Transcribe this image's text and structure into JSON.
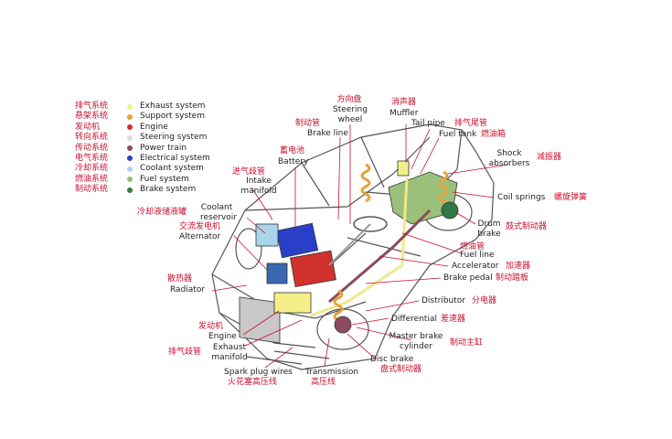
{
  "legend": [
    {
      "cn": "排气系统",
      "en": "Exhaust system",
      "color": "#f5ef8a"
    },
    {
      "cn": "悬架系统",
      "en": "Support system",
      "color": "#e5a33a"
    },
    {
      "cn": "发动机",
      "en": "Engine",
      "color": "#d0312d"
    },
    {
      "cn": "转向系统",
      "en": "Steering system",
      "color": "#dcdcdc"
    },
    {
      "cn": "传动系统",
      "en": "Power train",
      "color": "#8b4b5c"
    },
    {
      "cn": "电气系统",
      "en": "Electrical system",
      "color": "#2a3fc8"
    },
    {
      "cn": "冷却系统",
      "en": "Coolant system",
      "color": "#a9d4ea"
    },
    {
      "cn": "燃油系统",
      "en": "Fuel system",
      "color": "#9ac07a"
    },
    {
      "cn": "制动系统",
      "en": "Brake system",
      "color": "#2f7a45"
    }
  ],
  "labels": {
    "steering_wheel": {
      "cn": "方向盘",
      "en1": "Steering",
      "en2": "wheel"
    },
    "muffler": {
      "cn": "消声器",
      "en": "Muffler"
    },
    "tail_pipe": {
      "cn": "排气尾管",
      "en": "Tail pipe"
    },
    "fuel_tank": {
      "cn": "燃油箱",
      "en": "Fuel tank"
    },
    "brake_line": {
      "cn": "制动管",
      "en": "Brake line"
    },
    "battery": {
      "cn": "蓄电池",
      "en": "Battery"
    },
    "intake_manifold": {
      "cn": "进气歧管",
      "en1": "Intake",
      "en2": "manifold"
    },
    "shock_absorbers": {
      "cn": "减振器",
      "en1": "Shock",
      "en2": "absorbers"
    },
    "coil_springs": {
      "cn": "螺旋弹簧",
      "en": "Coil springs"
    },
    "coolant_reservoir": {
      "cn": "冷却液储液罐",
      "en1": "Coolant",
      "en2": "reservoir"
    },
    "alternator": {
      "cn": "交流发电机",
      "en": "Alternator"
    },
    "drum_brake": {
      "cn": "鼓式制动器",
      "en1": "Drum",
      "en2": "brake"
    },
    "fuel_line": {
      "cn": "燃油管",
      "en": "Fuel line"
    },
    "accelerator": {
      "cn": "加速器",
      "en": "Accelerator"
    },
    "brake_pedal": {
      "cn": "制动踏板",
      "en": "Brake pedal"
    },
    "radiator": {
      "cn": "散热器",
      "en": "Radiator"
    },
    "distributor": {
      "cn": "分电器",
      "en": "Distributor"
    },
    "differential": {
      "cn": "差速器",
      "en": "Differential"
    },
    "engine": {
      "cn": "发动机",
      "en": "Engine"
    },
    "exhaust_manifold": {
      "cn": "排气歧管",
      "en1": "Exhaust",
      "en2": "manifold"
    },
    "master_brake_cylinder": {
      "cn": "制动主缸",
      "en1": "Master brake",
      "en2": "cylinder"
    },
    "disc_brake": {
      "cn": "盘式制动器",
      "en": "Disc brake"
    },
    "spark_plug_wires": {
      "cn": "火花塞高压线",
      "en": "Spark plug wires"
    },
    "transmission": {
      "cn": "高压线",
      "en": "Transmission"
    }
  },
  "colors": {
    "label_cn": "#c8102e",
    "label_en": "#222222",
    "leader_line": "#c8102e",
    "car_outline": "#555555"
  }
}
